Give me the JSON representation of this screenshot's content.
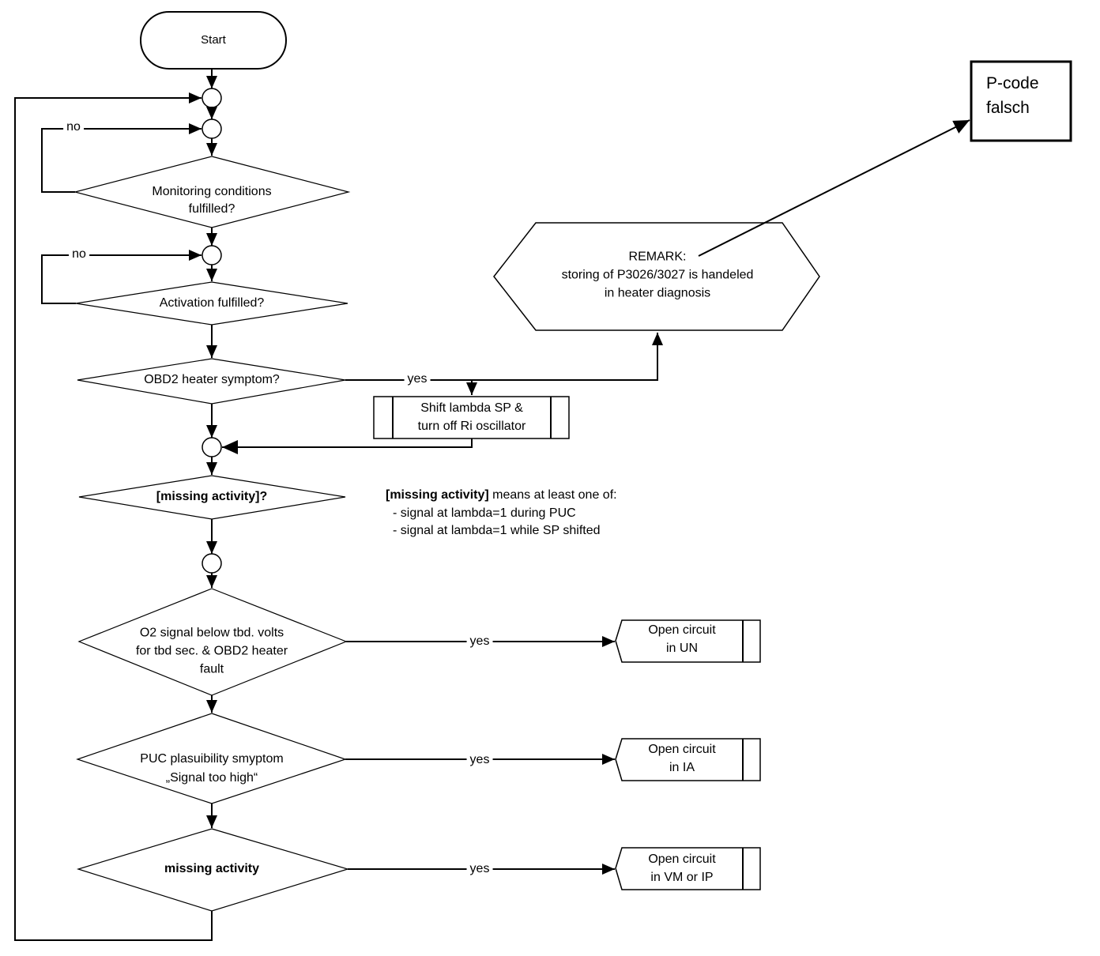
{
  "nodes": {
    "start": {
      "label": "Start"
    },
    "monitoring": {
      "line1": "Monitoring conditions",
      "line2": "fulfilled?"
    },
    "activation": {
      "label": "Activation fulfilled?"
    },
    "obd2_heater": {
      "label": "OBD2 heater symptom?"
    },
    "shift_lambda": {
      "line1": "Shift lambda SP &",
      "line2": "turn off Ri oscillator"
    },
    "remark": {
      "line1": "REMARK:",
      "line2": "storing of P3026/3027 is handeled",
      "line3": "in heater diagnosis"
    },
    "pcode": {
      "line1": "P-code",
      "line2": "falsch"
    },
    "missing_activity_q": {
      "label": "[missing activity]?"
    },
    "o2_signal": {
      "line1": "O2 signal below tbd. volts",
      "line2": "for tbd sec. & OBD2 heater",
      "line3": "fault"
    },
    "puc_plausibility": {
      "line1": "PUC plasuibility smyptom",
      "line2": "„Signal too high“"
    },
    "missing_activity": {
      "label": "missing activity"
    },
    "open_circuit_un": {
      "line1": "Open circuit",
      "line2": "in UN"
    },
    "open_circuit_ia": {
      "line1": "Open circuit",
      "line2": "in IA"
    },
    "open_circuit_vm": {
      "line1": "Open circuit",
      "line2": "in VM or IP"
    }
  },
  "edge_labels": {
    "no_monitoring": "no",
    "no_activation": "no",
    "yes_obd2": "yes",
    "yes_o2": "yes",
    "yes_puc": "yes",
    "yes_missing": "yes"
  },
  "note": {
    "head_bold": "[missing activity]",
    "head_rest": " means at least one of:",
    "item1": "- signal at lambda=1 during PUC",
    "item2": "- signal at lambda=1 while SP shifted"
  },
  "colors": {
    "line": "#000000",
    "background": "#ffffff"
  }
}
